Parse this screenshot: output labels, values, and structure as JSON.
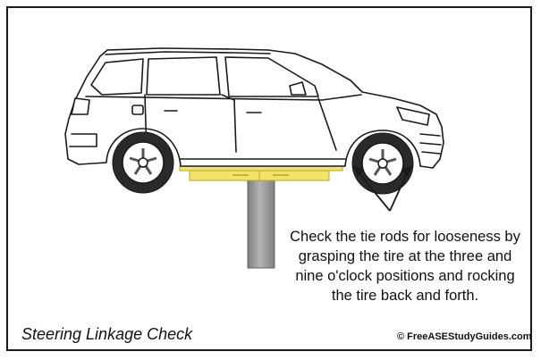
{
  "diagram": {
    "description": "Check the tie rods for looseness by grasping the tire at the three and nine o'clock positions and rocking the tire back and forth.",
    "caption": "Steering Linkage Check",
    "credit": "© FreeASEStudyGuides.com"
  },
  "colors": {
    "lift_arm": "#f3e36a",
    "lift_arm_edge": "#b8a32a",
    "lift_post": "#9a9a9a",
    "outline": "#1a1a1a"
  }
}
